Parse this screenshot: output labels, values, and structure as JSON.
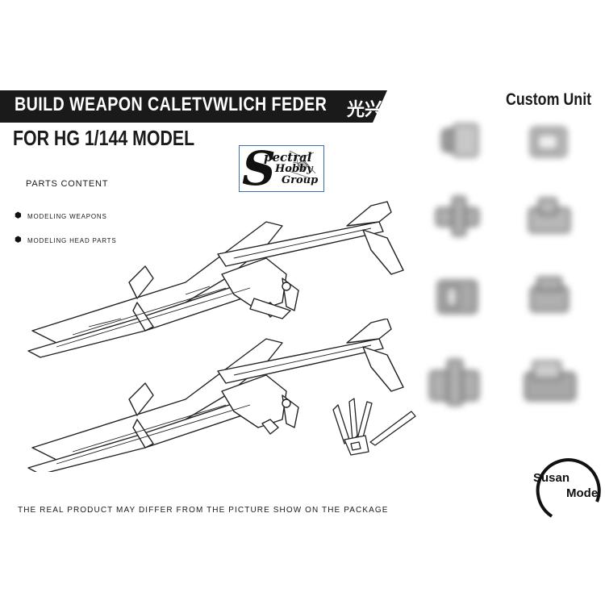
{
  "header": {
    "title": "BUILD WEAPON CALETVWLICH FEDER",
    "title_glyph": "光兴",
    "subtitle": "FOR HG 1/144 MODEL",
    "custom_unit_label": "Custom Unit"
  },
  "logo": {
    "initial": "S",
    "line1": "pectral",
    "line2": "Hobby",
    "line3": "Group"
  },
  "parts_content": {
    "heading": "PARTS CONTENT",
    "items": [
      "MODELING  WEAPONS",
      "MODELING HEAD PARTS"
    ]
  },
  "footer": {
    "disclaimer": "THE REAL PRODUCT MAY DIFFER FROM THE PICTURE SHOW ON THE PACKAGE"
  },
  "brand": {
    "line1": "Susan",
    "line2": "Model"
  },
  "icons": [
    "hexagon-bullet-icon",
    "weapon-illustration",
    "head-parts-illustration",
    "blurred-custom-unit-parts"
  ],
  "colors": {
    "title_bar": "#1a1a1a",
    "title_text": "#ffffff",
    "logo_border": "#3a6fb0",
    "line_art": "#222222"
  }
}
